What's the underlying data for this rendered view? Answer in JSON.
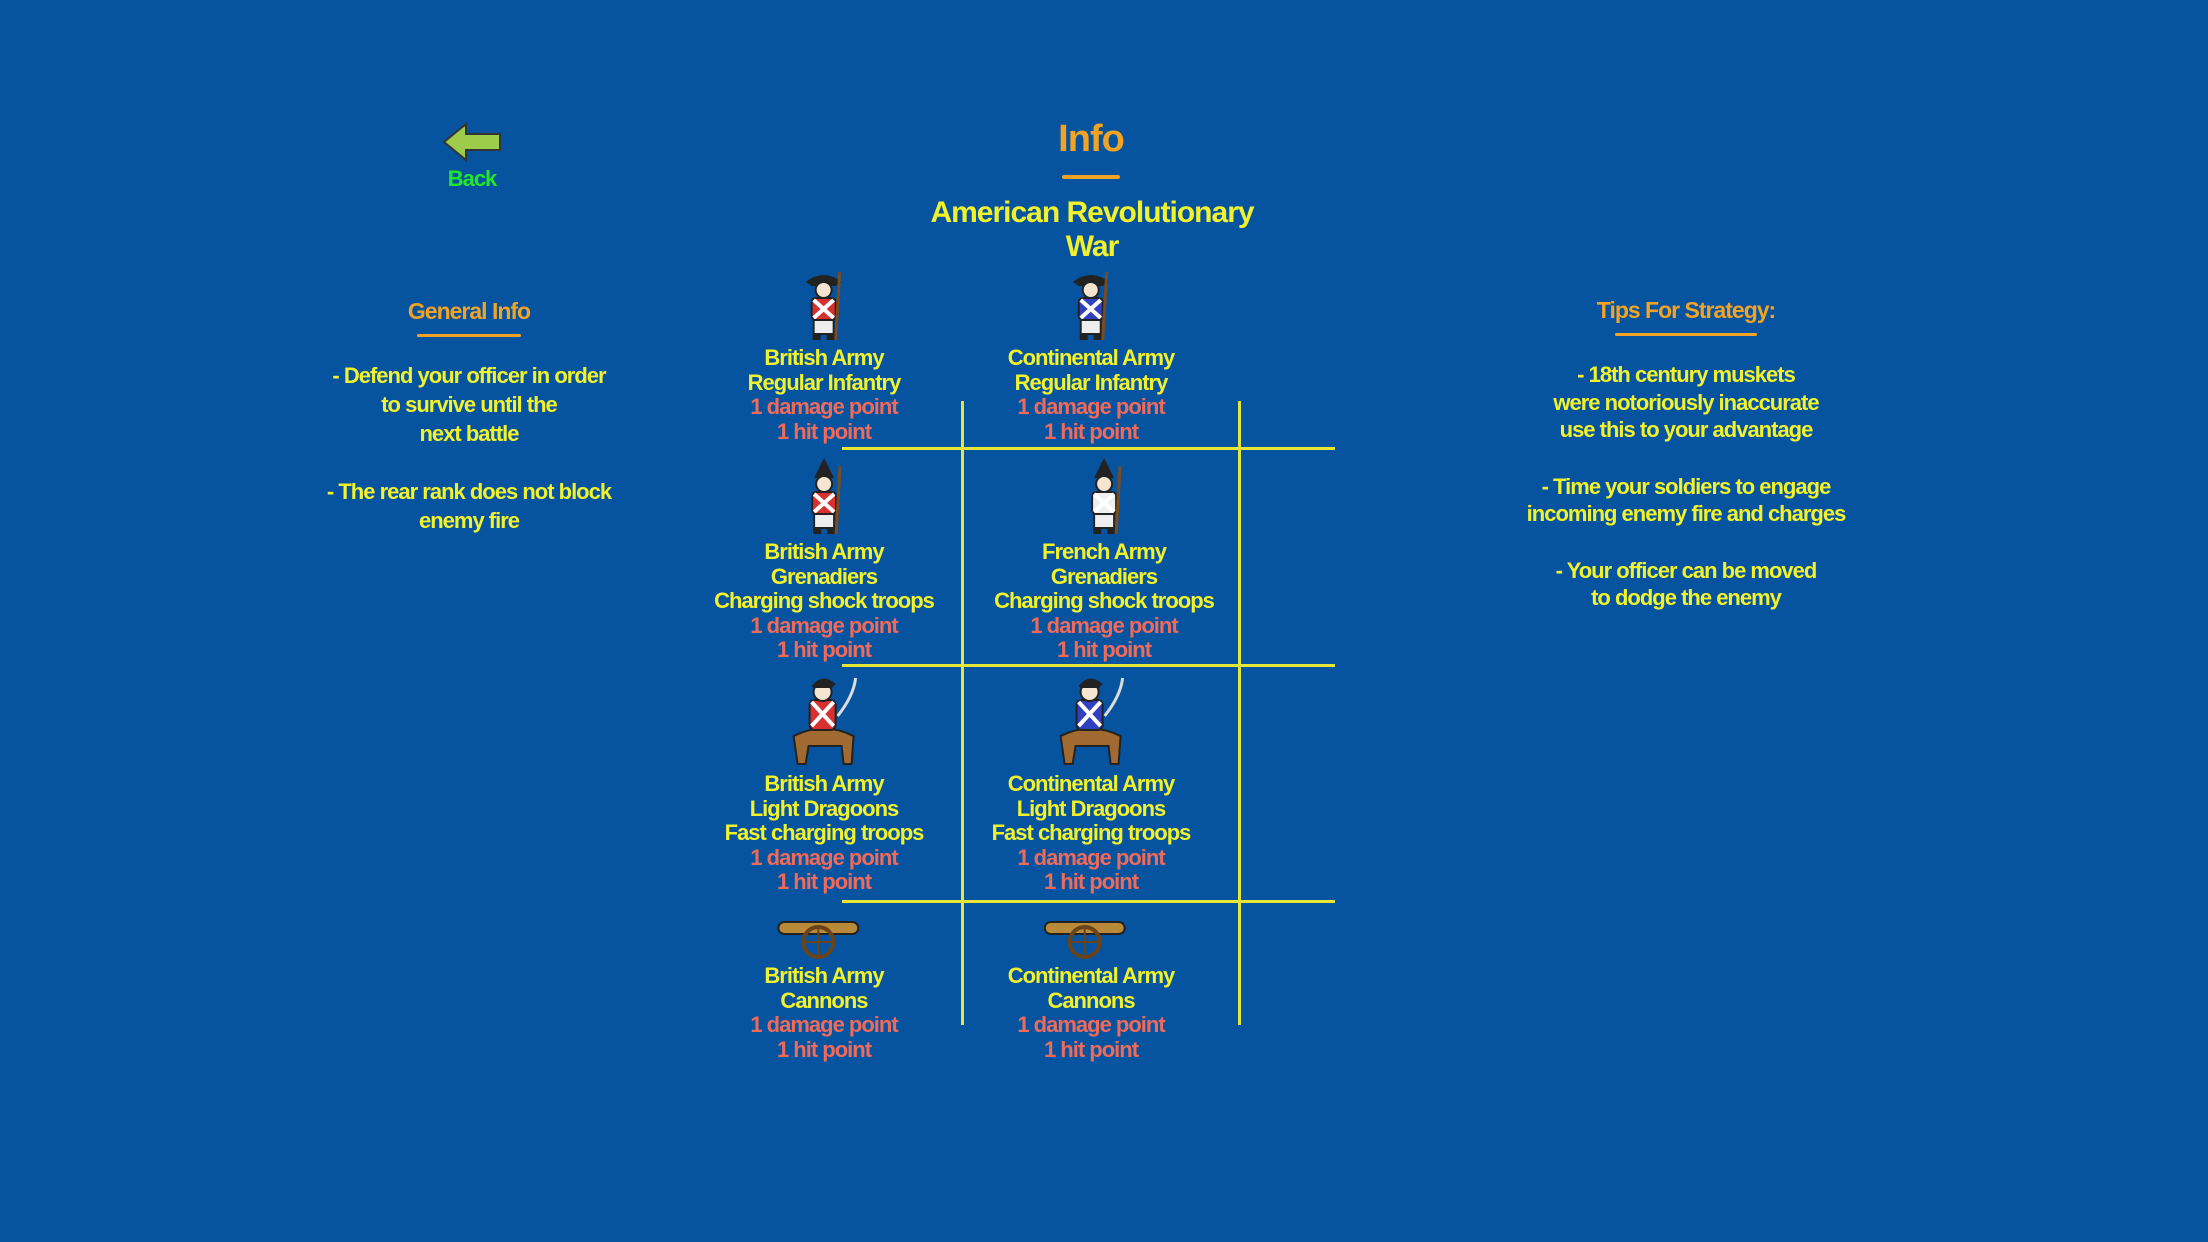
{
  "back": {
    "label": "Back",
    "icon": "arrow-left-icon"
  },
  "header": {
    "title": "Info",
    "subtitle_line1": "American Revolutionary",
    "subtitle_line2": "War"
  },
  "general": {
    "title": "General Info",
    "items": [
      [
        "- Defend your officer in order",
        "to survive until the",
        "next battle"
      ],
      [
        "- The rear rank does not block",
        "enemy fire"
      ]
    ]
  },
  "tips": {
    "title": "Tips For Strategy:",
    "items": [
      [
        "- 18th century muskets",
        "were notoriously inaccurate",
        "use this to your advantage"
      ],
      [
        "- Time your soldiers to engage",
        "incoming enemy fire and charges"
      ],
      [
        "- Your officer can be moved",
        "to dodge the enemy"
      ]
    ]
  },
  "units": [
    {
      "army": "British Army",
      "type": "Regular Infantry",
      "desc": "",
      "damage": "1 damage point",
      "hp": "1 hit point",
      "color": "#d83030"
    },
    {
      "army": "Continental Army",
      "type": "Regular Infantry",
      "desc": "",
      "damage": "1 damage point",
      "hp": "1 hit point",
      "color": "#3040c0"
    },
    {
      "army": "British Army",
      "type": "Grenadiers",
      "desc": "Charging shock troops",
      "damage": "1 damage point",
      "hp": "1 hit point",
      "color": "#d83030"
    },
    {
      "army": "French Army",
      "type": "Grenadiers",
      "desc": "Charging shock troops",
      "damage": "1 damage point",
      "hp": "1 hit point",
      "color": "#f0f0f0"
    },
    {
      "army": "British Army",
      "type": "Light Dragoons",
      "desc": "Fast charging troops",
      "damage": "1 damage point",
      "hp": "1 hit point",
      "color": "#d83030"
    },
    {
      "army": "Continental Army",
      "type": "Light Dragoons",
      "desc": "Fast charging troops",
      "damage": "1 damage point",
      "hp": "1 hit point",
      "color": "#3040c0"
    },
    {
      "army": "British Army",
      "type": "Cannons",
      "desc": "",
      "damage": "1 damage point",
      "hp": "1 hit point",
      "color": "#8a5a20"
    },
    {
      "army": "Continental Army",
      "type": "Cannons",
      "desc": "",
      "damage": "1 damage point",
      "hp": "1 hit point",
      "color": "#8a5a20"
    }
  ]
}
